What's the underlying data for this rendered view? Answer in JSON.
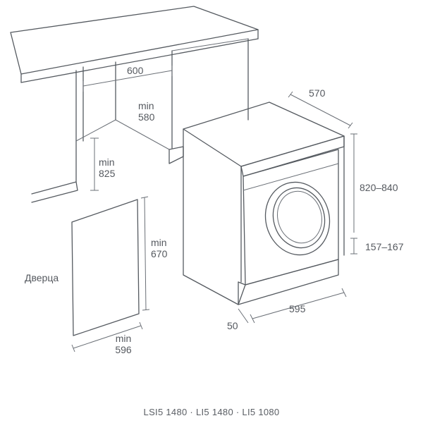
{
  "dimensions": {
    "cabinet_width": "600",
    "cabinet_depth_min": {
      "prefix": "min",
      "value": "580"
    },
    "cabinet_height_min": {
      "prefix": "min",
      "value": "825"
    },
    "machine_depth": "570",
    "machine_height": "820–840",
    "machine_width": "595",
    "plinth_height": "157–167",
    "plinth_setback": "50",
    "door_height_min": {
      "prefix": "min",
      "value": "670"
    },
    "door_width_min": {
      "prefix": "min",
      "value": "596"
    }
  },
  "door_label": "Дверца",
  "models": "LSI5 1480 · LI5 1480 · LI5 1080",
  "colors": {
    "line": "#555a60",
    "text": "#55595f",
    "background": "#ffffff"
  }
}
